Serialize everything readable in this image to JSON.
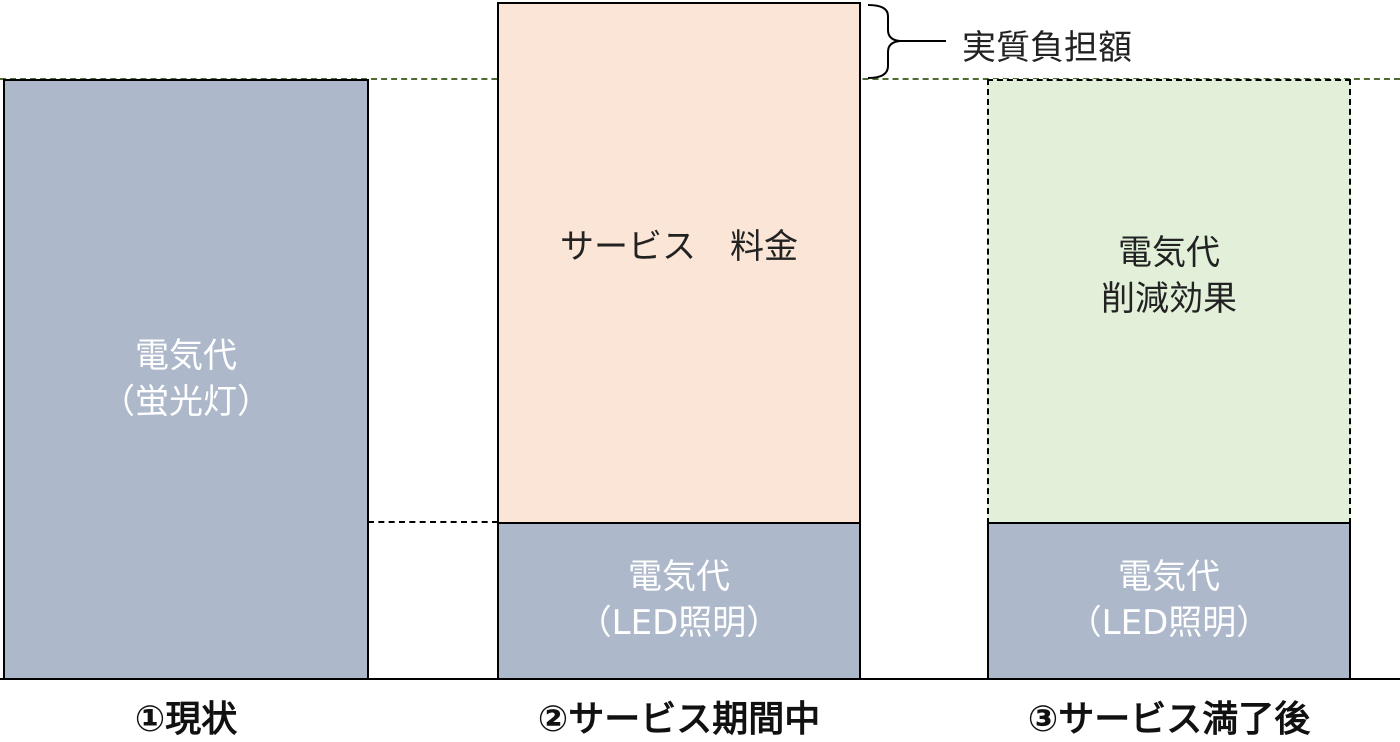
{
  "colors": {
    "electric": "#adb8ca",
    "service": "#fbe5d6",
    "reduction": "#e2f0d9",
    "guide_line": "#4f6b34"
  },
  "annotation": {
    "label": "実質負担額"
  },
  "columns": [
    {
      "label": "①現状",
      "blocks": [
        {
          "lines": [
            "電気代",
            "（蛍光灯）"
          ]
        }
      ]
    },
    {
      "label": "②サービス期間中",
      "blocks": [
        {
          "lines": [
            "サービス　料金"
          ]
        },
        {
          "lines": [
            "電気代",
            "（LED照明）"
          ]
        }
      ]
    },
    {
      "label": "③サービス満了後",
      "blocks": [
        {
          "lines": [
            "電気代",
            "削減効果"
          ]
        },
        {
          "lines": [
            "電気代",
            "（LED照明）"
          ]
        }
      ]
    }
  ]
}
